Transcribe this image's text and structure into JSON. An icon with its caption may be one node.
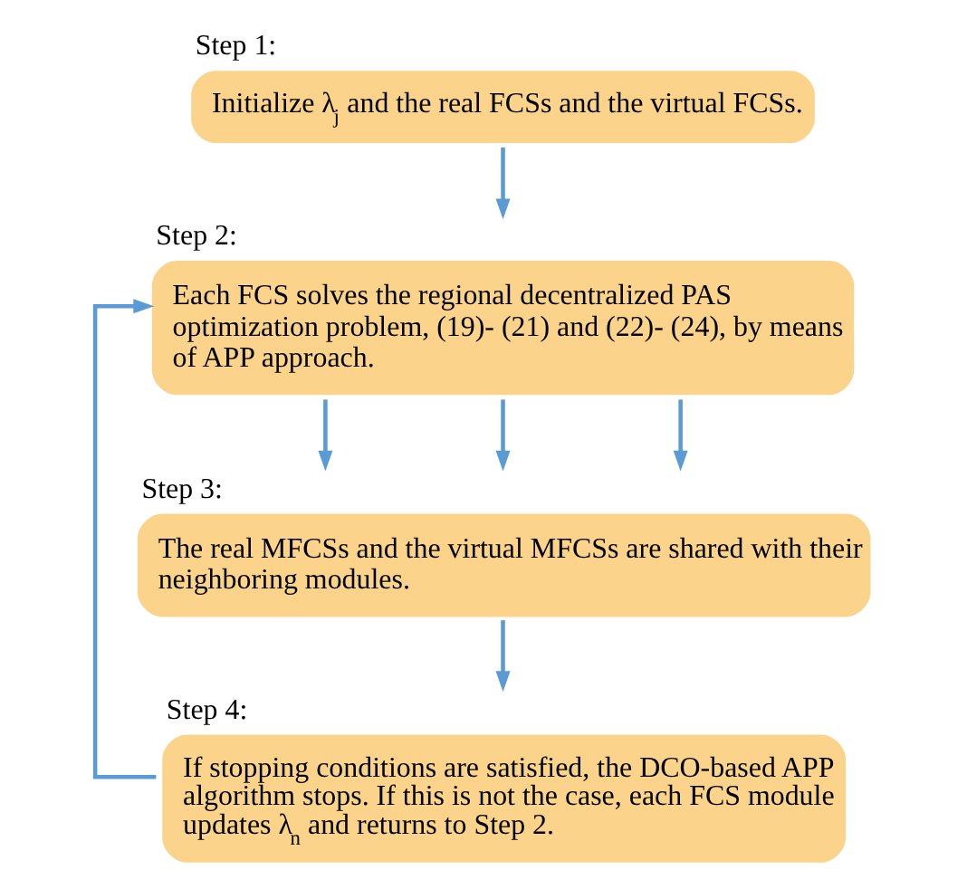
{
  "diagram": {
    "nodes": [
      {
        "text": [
          "Step 1:",
          "Initialize λ$_{j}$ and the real FCSs and the virtual FCSs."
        ]
      },
      {
        "text": [
          "Step 2:",
          "Each FCS solves the regional decentralized PAS optimization problem, (19)- (21) and (22)- (24), by means of APP approach."
        ]
      },
      {
        "text": [
          "Step 3:",
          "The real MFCSs and the virtual MFCSs are shared with their neighboring modules."
        ]
      },
      {
        "text": [
          "Step 4:",
          "If stopping conditions are satisfied, the DCO-based APP algorithm stops. If this is not the case, each FCS module updates λ$_{n}$ and returns to Step 2."
        ]
      }
    ],
    "edges": [
      {
        "from": 0,
        "to": 1,
        "arrow": "to"
      },
      {
        "from": 1,
        "to": 2,
        "arrow": "to"
      },
      {
        "from": 1,
        "to": 2,
        "arrow": "to"
      },
      {
        "from": 1,
        "to": 2,
        "arrow": "to"
      },
      {
        "from": 2,
        "to": 3,
        "arrow": "to"
      },
      {
        "from": 3,
        "to": 1,
        "arrow": "to"
      }
    ]
  }
}
